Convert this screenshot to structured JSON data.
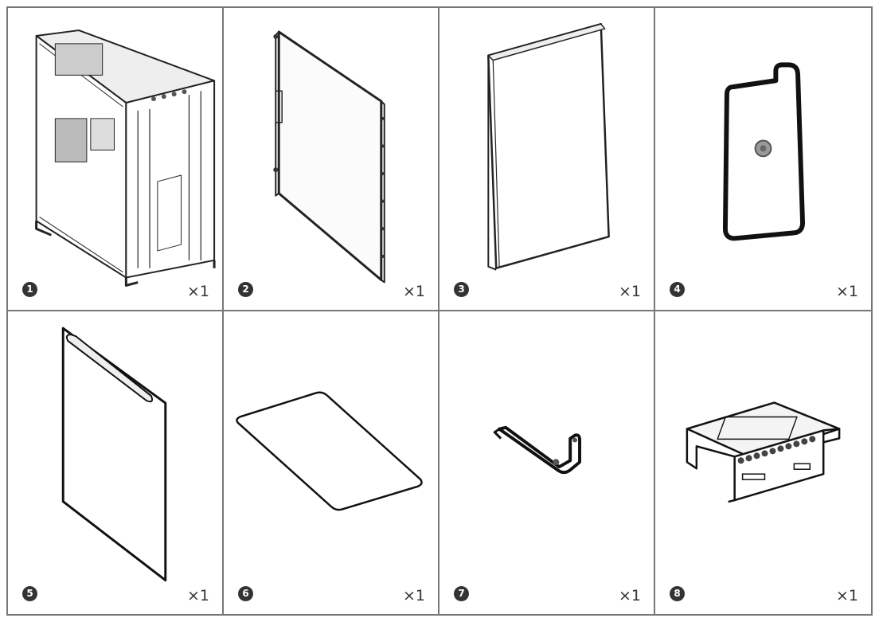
{
  "parts": [
    {
      "number": "1",
      "quantity": "×1",
      "icon": "pc-case-chassis-icon"
    },
    {
      "number": "2",
      "quantity": "×1",
      "icon": "side-glass-panel-icon"
    },
    {
      "number": "3",
      "quantity": "×1",
      "icon": "solid-side-panel-icon"
    },
    {
      "number": "4",
      "quantity": "×1",
      "icon": "filter-bracket-icon"
    },
    {
      "number": "5",
      "quantity": "×1",
      "icon": "front-panel-icon"
    },
    {
      "number": "6",
      "quantity": "×1",
      "icon": "dust-filter-icon"
    },
    {
      "number": "7",
      "quantity": "×1",
      "icon": "l-bracket-icon"
    },
    {
      "number": "8",
      "quantity": "×1",
      "icon": "drive-cage-icon"
    }
  ],
  "colors": {
    "border": "#777777",
    "ink": "#222222",
    "badge": "#333333"
  }
}
